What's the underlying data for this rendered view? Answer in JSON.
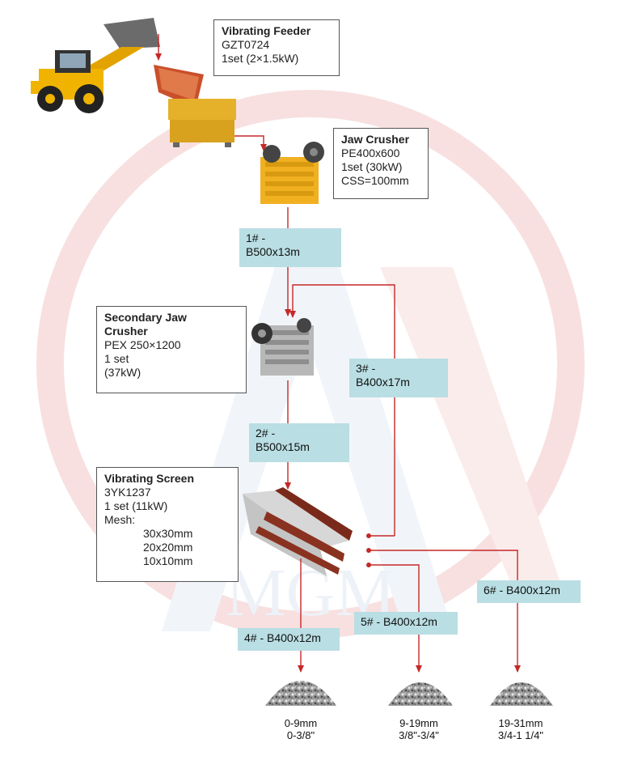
{
  "colors": {
    "flow_line": "#c62828",
    "belt_bg": "#b9dee3",
    "watermark": "#f3c7c7"
  },
  "watermark": {
    "text": "MGM"
  },
  "feeder": {
    "title": "Vibrating Feeder",
    "model": "GZT0724",
    "spec": "1set  (2×1.5kW)"
  },
  "jaw_crusher": {
    "title": "Jaw Crusher",
    "model": "PE400x600",
    "spec": "1set  (30kW)",
    "css": "CSS=100mm"
  },
  "secondary_crusher": {
    "title_line1": "Secondary Jaw",
    "title_line2": "Crusher",
    "model": "PEX 250×1200",
    "spec_line1": "1 set",
    "spec_line2": "(37kW)"
  },
  "screen": {
    "title": "Vibrating Screen",
    "model": "3YK1237",
    "spec": "1 set  (11kW)",
    "mesh_label": "Mesh:",
    "mesh": [
      "30x30mm",
      "20x20mm",
      "10x10mm"
    ]
  },
  "belts": {
    "b1": {
      "line1": "1# -",
      "line2": "B500x13m"
    },
    "b2": {
      "line1": "2# -",
      "line2": "B500x15m"
    },
    "b3": {
      "line1": "3# -",
      "line2": "B400x17m"
    },
    "b4": "4# - B400x12m",
    "b5": "5# - B400x12m",
    "b6": "6# - B400x12m"
  },
  "outputs": [
    {
      "metric": "0-9mm",
      "imperial": "0-3/8\""
    },
    {
      "metric": "9-19mm",
      "imperial": "3/8\"-3/4\""
    },
    {
      "metric": "19-31mm",
      "imperial": "3/4-1 1/4\""
    }
  ]
}
